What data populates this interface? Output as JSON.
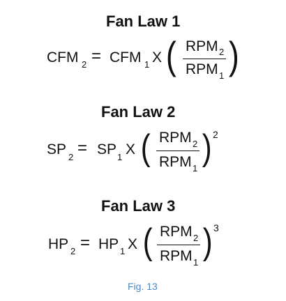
{
  "laws": [
    {
      "title": "Fan Law 1",
      "lhs": "CFM",
      "lhs_sub": "2",
      "equals": "=",
      "rhs": "CFM",
      "rhs_sub": "1",
      "times": "X",
      "numerator": "RPM",
      "numerator_sub": "2",
      "denominator": "RPM",
      "denominator_sub": "1",
      "exponent": ""
    },
    {
      "title": "Fan Law 2",
      "lhs": "SP",
      "lhs_sub": "2",
      "equals": "=",
      "rhs": "SP",
      "rhs_sub": "1",
      "times": "X",
      "numerator": "RPM",
      "numerator_sub": "2",
      "denominator": "RPM",
      "denominator_sub": "1",
      "exponent": "2"
    },
    {
      "title": "Fan Law 3",
      "lhs": "HP",
      "lhs_sub": "2",
      "equals": "=",
      "rhs": "HP",
      "rhs_sub": "1",
      "times": "X",
      "numerator": "RPM",
      "numerator_sub": "2",
      "denominator": "RPM",
      "denominator_sub": "1",
      "exponent": "3"
    }
  ],
  "caption": "Fig. 13",
  "colors": {
    "text": "#111111",
    "caption": "#4a88c4"
  }
}
